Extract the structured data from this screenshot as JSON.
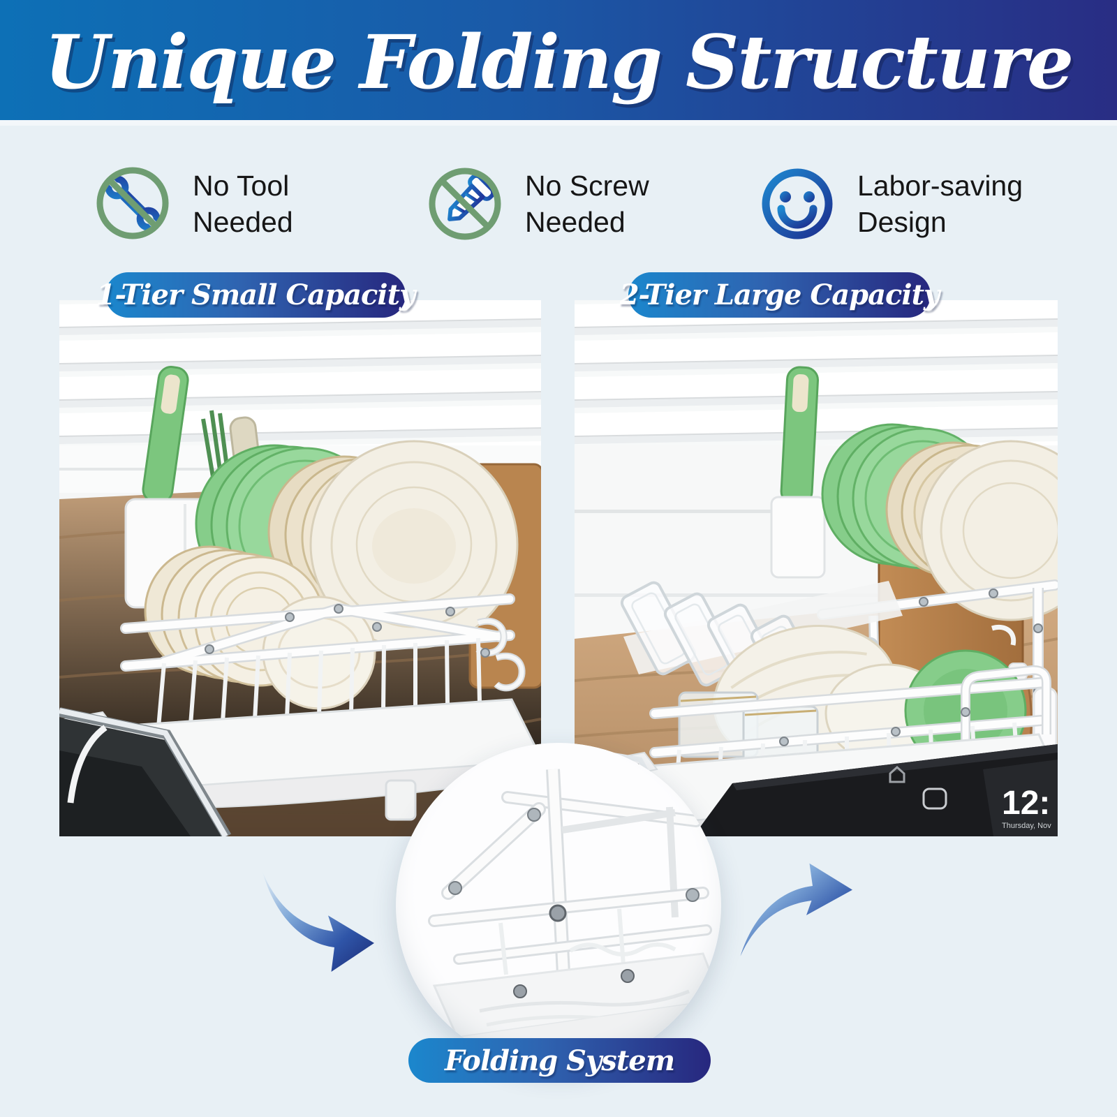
{
  "header": {
    "title": "Unique Folding Structure"
  },
  "features": [
    {
      "icon": "no-tool-icon",
      "line1": "No Tool",
      "line2": "Needed"
    },
    {
      "icon": "no-screw-icon",
      "line1": "No Screw",
      "line2": "Needed"
    },
    {
      "icon": "labor-saving-icon",
      "line1": "Labor-saving",
      "line2": "Design"
    }
  ],
  "panels": [
    {
      "badge": "1-Tier Small Capacity"
    },
    {
      "badge": "2-Tier Large Capacity",
      "appliance_clock": "12:",
      "appliance_date": "Thursday, Nov"
    }
  ],
  "callout": {
    "label": "Folding System"
  },
  "colors": {
    "header_gradient_start": "#0d70b6",
    "header_gradient_end": "#292d84",
    "badge_gradient_start": "#1b87cd",
    "badge_gradient_end": "#27277e",
    "background": "#e8f0f5",
    "no_symbol_green": "#6f9d72",
    "icon_blue_light": "#1e88d0",
    "icon_blue_dark": "#20369b",
    "arrow_navy": "#1b2a74",
    "plate_green": "#86cd8a",
    "wood_counter": "#bd9a77",
    "label_text": "#161616"
  }
}
